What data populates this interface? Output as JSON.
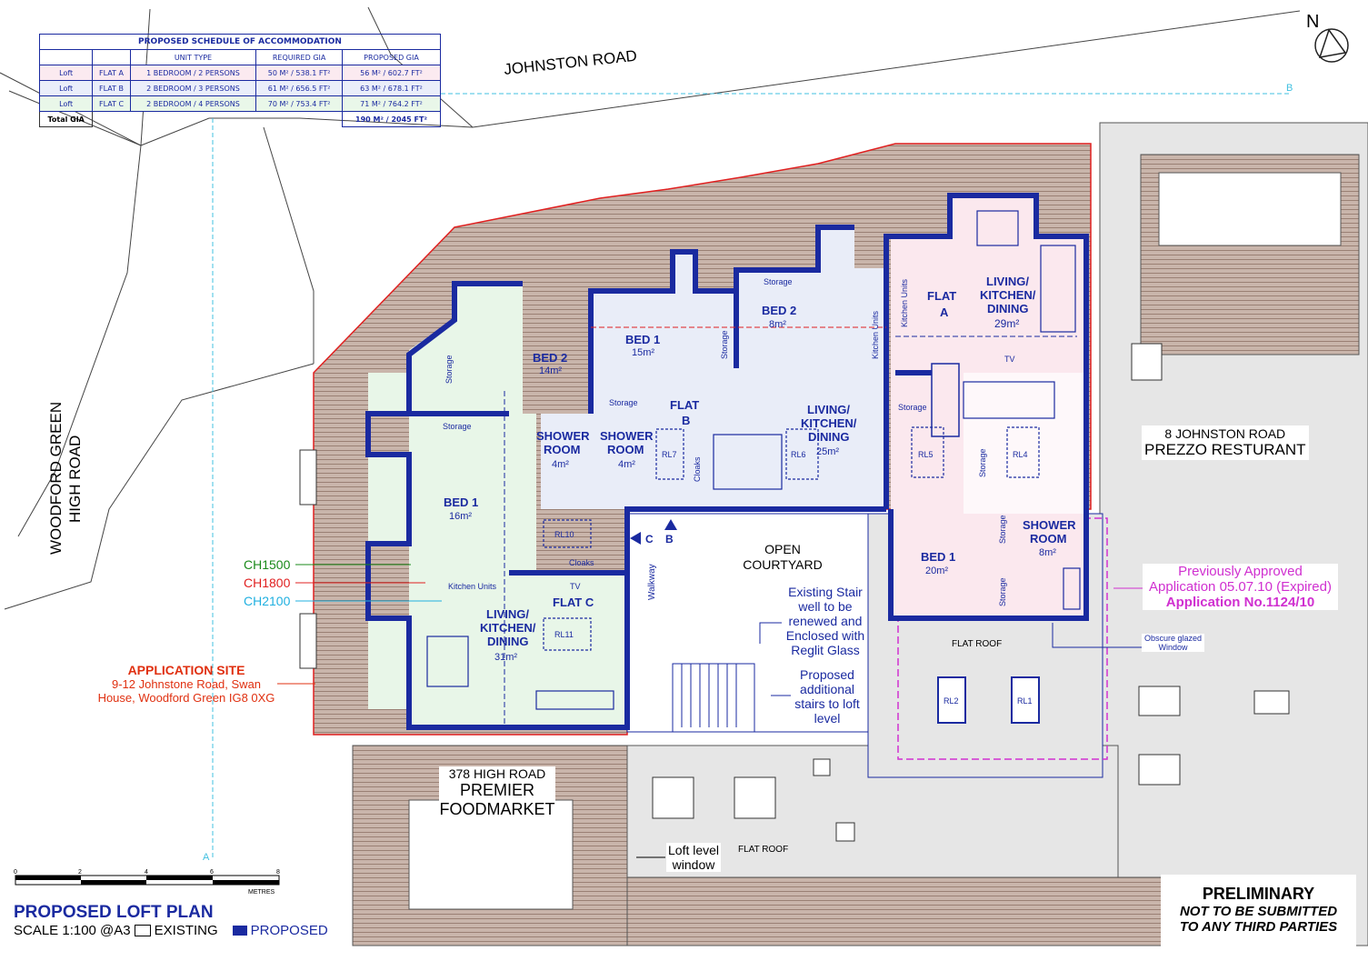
{
  "schedule": {
    "title": "PROPOSED SCHEDULE OF ACCOMMODATION",
    "headers": [
      "",
      "",
      "UNIT TYPE",
      "REQUIRED GIA",
      "PROPOSED GIA"
    ],
    "rows": [
      [
        "Loft",
        "FLAT A",
        "1 BEDROOM / 2 PERSONS",
        "50 M² / 538.1 FT²",
        "56 M² / 602.7 FT²"
      ],
      [
        "Loft",
        "FLAT B",
        "2 BEDROOM / 3 PERSONS",
        "61 M² / 656.5 FT²",
        "63 M² / 678.1 FT²"
      ],
      [
        "Loft",
        "FLAT C",
        "2 BEDROOM / 4 PERSONS",
        "70 M² / 753.4 FT²",
        "71 M² / 764.2 FT²"
      ]
    ],
    "total_label": "Total GIA",
    "total_value": "190 M² / 2045 FT²"
  },
  "streets": {
    "johnston": "JOHNSTON ROAD",
    "woodford_1": "WOODFORD GREEN",
    "woodford_2": "HIGH ROAD"
  },
  "north": "N",
  "sections": {
    "a": "A",
    "b": "B",
    "c": "C"
  },
  "flat_a": {
    "name_1": "FLAT",
    "name_2": "A",
    "living_1": "LIVING/",
    "living_2": "KITCHEN/",
    "living_3": "DINING",
    "living_area": "29m²",
    "kitchen": "Kitchen Units",
    "tv": "TV",
    "storage": "Storage",
    "storage2": "Storage",
    "rl5": "RL5",
    "rl4": "RL4",
    "bed": "BED 1",
    "bed_area": "20m²",
    "storage3": "Storage",
    "storage4": "Storage",
    "shower_1": "SHOWER",
    "shower_2": "ROOM",
    "shower_area": "8m²"
  },
  "flat_b": {
    "name_1": "FLAT",
    "name_2": "B",
    "bed1": "BED 1",
    "bed1_area": "15m²",
    "bed2": "BED 2",
    "bed2_area": "8m²",
    "storage": "Storage",
    "storage2": "Storage",
    "storage3": "Storage",
    "kitchen": "Kitchen Units",
    "living_1": "LIVING/",
    "living_2": "KITCHEN/",
    "living_3": "DINING",
    "living_area": "25m²",
    "rl6": "RL6",
    "rl7": "RL7",
    "cloaks": "Cloaks",
    "shower_1": "SHOWER",
    "shower_2": "ROOM",
    "shower_area": "4m²"
  },
  "flat_c": {
    "name": "FLAT C",
    "bed2": "BED 2",
    "bed2_area": "14m²",
    "bed1": "BED 1",
    "bed1_area": "16m²",
    "storage": "Storage",
    "storage2": "Storage",
    "shower_1": "SHOWER",
    "shower_2": "ROOM",
    "shower_area": "4m²",
    "rl10": "RL10",
    "rl11": "RL11",
    "cloaks": "Cloaks",
    "tv": "TV",
    "kitchen": "Kitchen Units",
    "living_1": "LIVING/",
    "living_2": "KITCHEN/",
    "living_3": "DINING",
    "living_area": "31m²"
  },
  "walkway": "Walkway",
  "courtyard": [
    "OPEN",
    "COURTYARD"
  ],
  "stair_note": [
    "Existing Stair",
    "well to be",
    "renewed and",
    "Enclosed with",
    "Reglit Glass"
  ],
  "stair_prop": [
    "Proposed",
    "additional",
    "stairs to loft",
    "level"
  ],
  "flat_roof_1": "FLAT ROOF",
  "flat_roof_2": "FLAT ROOF",
  "rl1": "RL1",
  "rl2": "RL2",
  "prezzo": {
    "address": "8 JOHNSTON ROAD",
    "name": "PREZZO RESTURANT"
  },
  "premier": {
    "address": "378 HIGH ROAD",
    "name_1": "PREMIER",
    "name_2": "FOODMARKET"
  },
  "loft_window": [
    "Loft level",
    "window"
  ],
  "obscure": [
    "Obscure glazed",
    "Window"
  ],
  "approved": {
    "line1": "Previously Approved",
    "line2": "Application 05.07.10 (Expired)",
    "line3": "Application No.1124/10",
    "color": "#d030d0"
  },
  "heights": [
    {
      "label": "CH1500",
      "color": "#1a8a1a"
    },
    {
      "label": "CH1800",
      "color": "#e02020"
    },
    {
      "label": "CH2100",
      "color": "#20b0e0"
    }
  ],
  "site": {
    "title": "APPLICATION SITE",
    "line1": "9-12 Johnstone Road, Swan",
    "line2": "House, Woodford Green IG8 0XG",
    "color": "#e03010"
  },
  "scale_bar": {
    "ticks": [
      "0",
      "2",
      "4",
      "6",
      "8"
    ],
    "unit": "METRES"
  },
  "plan_title": "PROPOSED LOFT PLAN",
  "scale_text": "SCALE 1:100 @A3",
  "legend": {
    "existing": "EXISTING",
    "proposed": "PROPOSED"
  },
  "prelim": {
    "line1": "PRELIMINARY",
    "line2": "NOT TO BE SUBMITTED",
    "line3": "TO ANY THIRD PARTIES"
  },
  "colors": {
    "wall": "#1a2aa0",
    "flat_a": "#fbe8ee",
    "flat_b": "#e9edf8",
    "flat_c": "#e8f6e8",
    "roof": "#a88f80",
    "neighbour": "#e6e6e6"
  }
}
